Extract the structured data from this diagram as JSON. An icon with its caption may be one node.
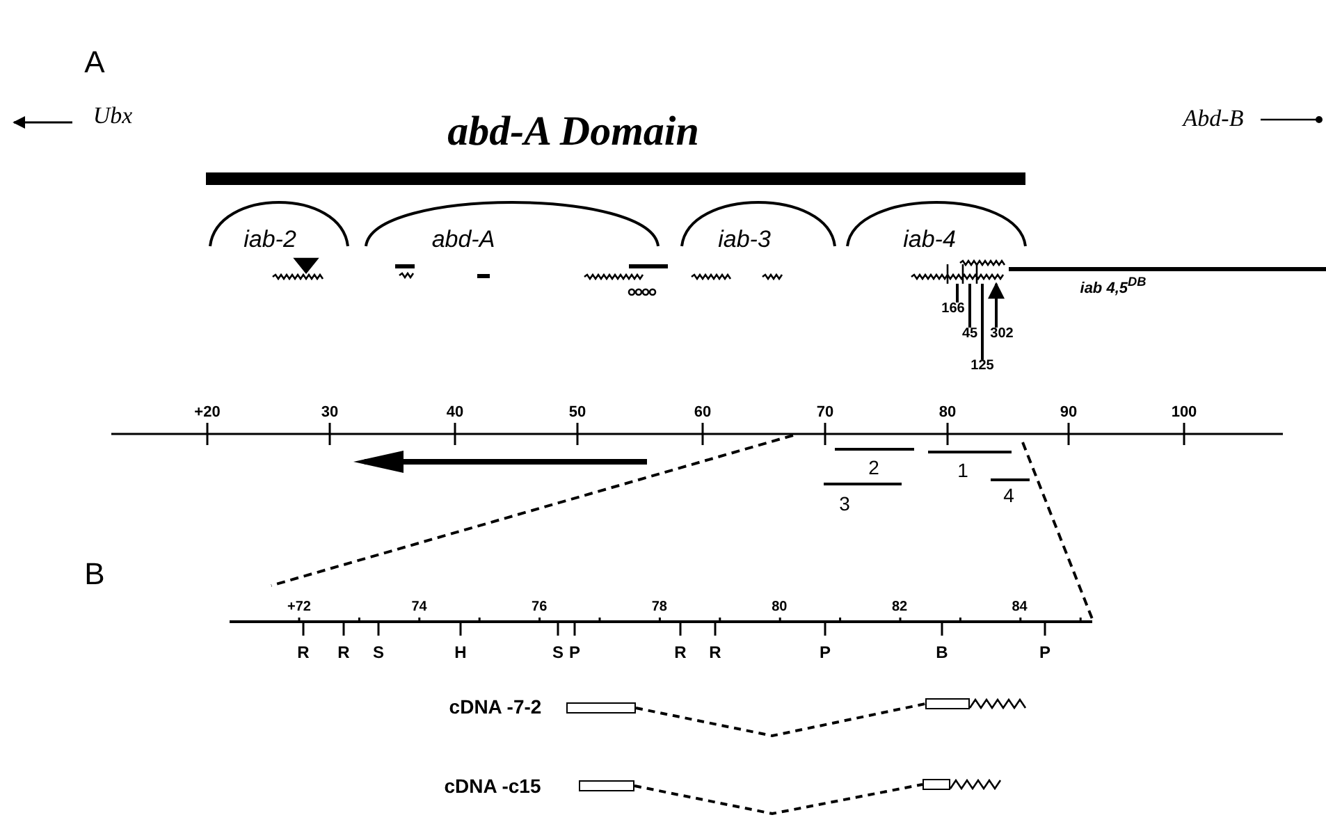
{
  "diagram": {
    "nodes": [
      {
        "text": [
          "166"
        ]
      },
      {
        "text": [
          "45"
        ]
      },
      {
        "text": [
          "125"
        ]
      },
      {
        "text": [
          "302"
        ]
      },
      {
        "text": [],
        "shape": "box"
      },
      {
        "text": [],
        "shape": "box"
      },
      {
        "text": [],
        "shape": "box"
      },
      {
        "text": [],
        "shape": "box"
      },
      {
        "text": [],
        "shape": "line"
      }
    ],
    "edges": [
      {
        "from": 0,
        "to": 8,
        "arrow": "none"
      },
      {
        "from": 1,
        "to": 8,
        "arrow": "none"
      },
      {
        "from": 2,
        "to": 8,
        "arrow": "none"
      },
      {
        "from": 3,
        "to": 8,
        "arrow": "to"
      },
      {
        "from": 4,
        "to": 5,
        "arrow": "none",
        "style": "dashed"
      },
      {
        "from": 6,
        "to": 7,
        "arrow": "none",
        "style": "dashed"
      }
    ],
    "labels": [
      "A",
      "abd-A Domain",
      "Ubx",
      "Abd-B",
      "iab-2",
      "abd-A",
      "iab-3",
      "iab-4",
      "iab 4,5$^{DB}$",
      "+20",
      "30",
      "40",
      "50",
      "60",
      "70",
      "80",
      "90",
      "100",
      "2",
      "1",
      "3",
      "4",
      "B",
      "+72",
      "74",
      "76",
      "78",
      "80",
      "82",
      "84",
      "R",
      "R",
      "S",
      "H",
      "S",
      "P",
      "R",
      "R",
      "P",
      "B",
      "P",
      "cDNA -7-2",
      "cDNA -c15"
    ]
  }
}
